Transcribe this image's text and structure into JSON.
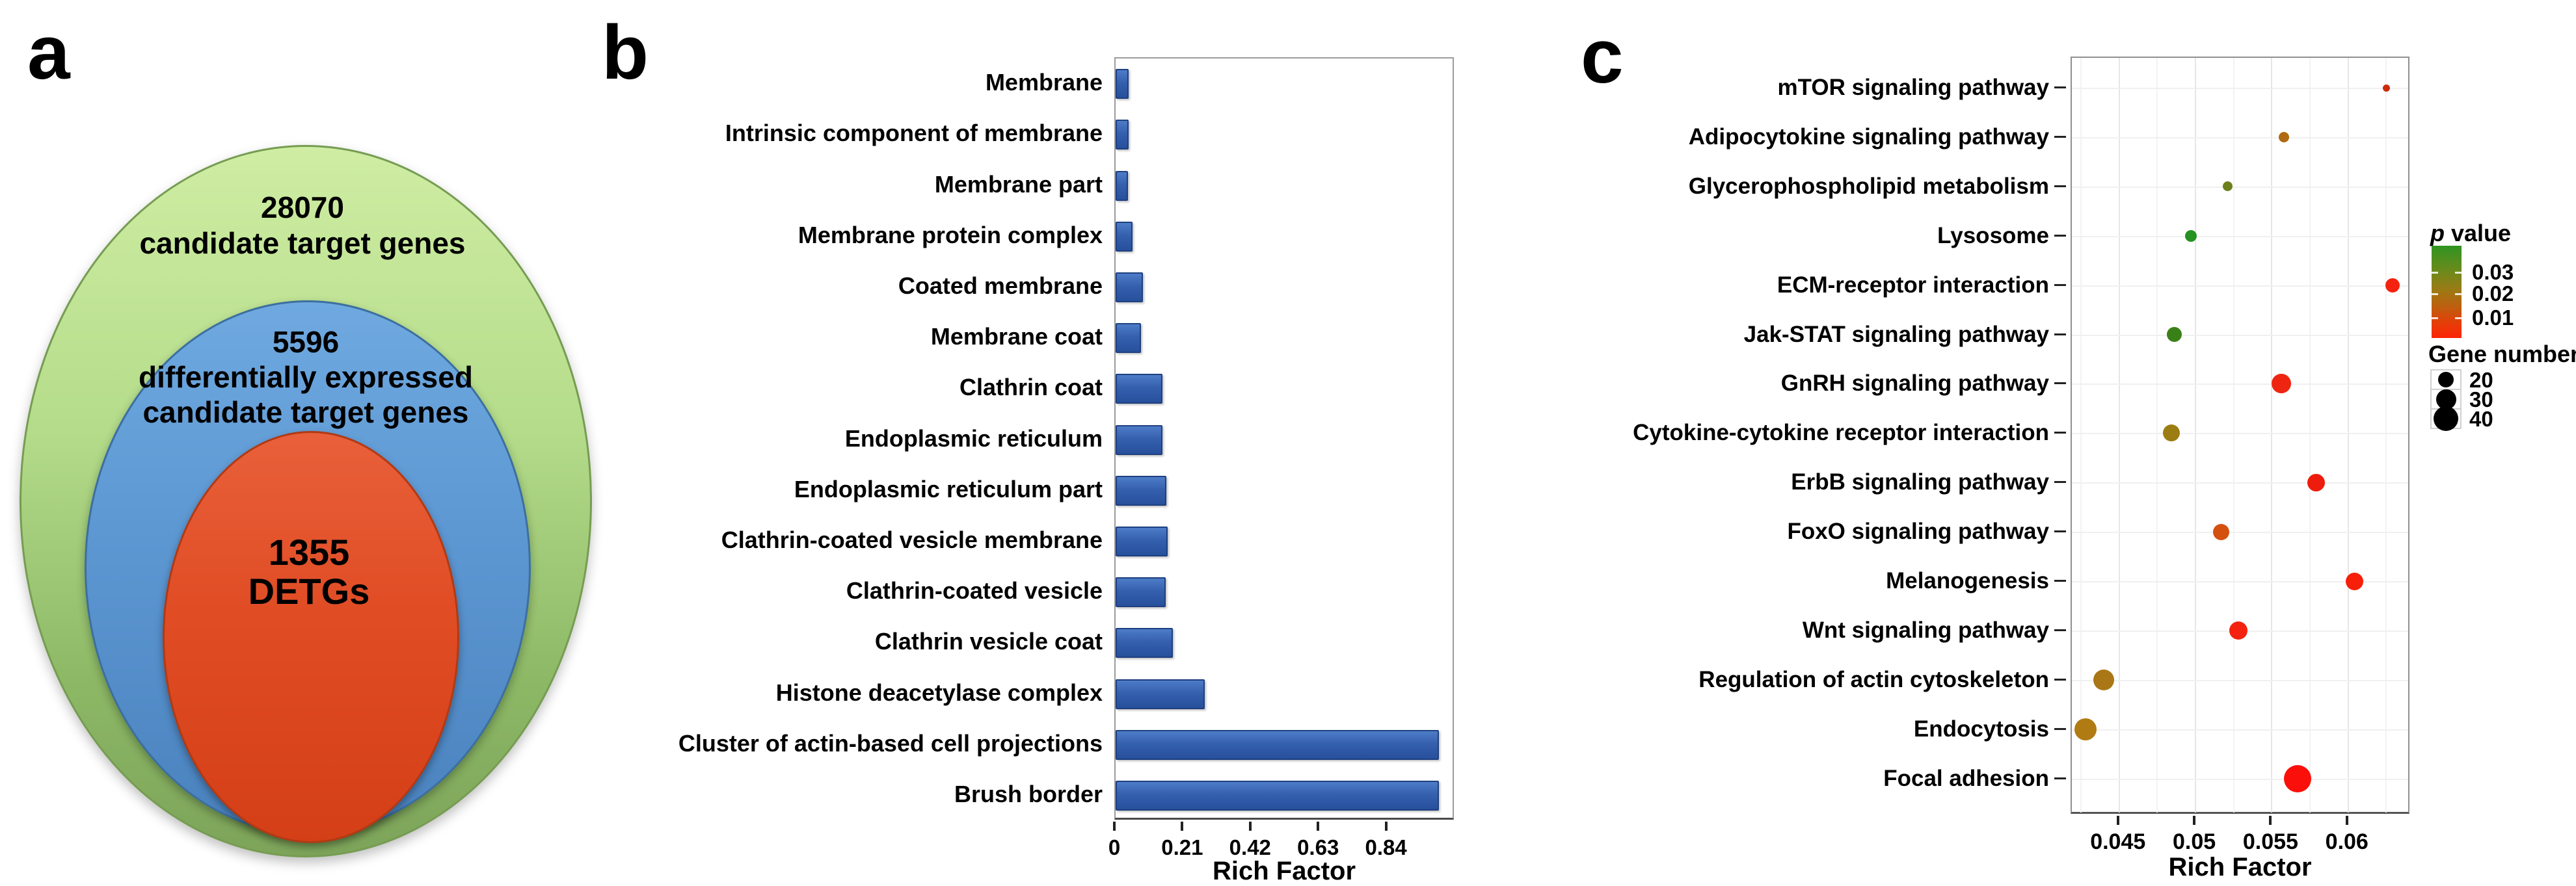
{
  "figure": {
    "panel_a_label": "a",
    "panel_b_label": "b",
    "panel_c_label": "c",
    "background": "#ffffff"
  },
  "venn": {
    "outer": {
      "value": "28070",
      "label": "candidate target genes",
      "fill_top": "#cfeda3",
      "fill_bottom": "#7da45a",
      "border": "#769c52"
    },
    "middle": {
      "value": "5596",
      "label_line1": "differentially expressed",
      "label_line2": "candidate target genes",
      "fill_top": "#6fa9e0",
      "fill_bottom": "#4a82be",
      "border": "#3c6f9f"
    },
    "inner": {
      "value": "1355",
      "label": "DETGs",
      "fill_top": "#e8603a",
      "fill_bottom": "#d43f18",
      "border": "#b03a14"
    }
  },
  "chart_data": [
    {
      "id": "b",
      "type": "bar",
      "orientation": "horizontal",
      "title": "",
      "xlabel": "Rich Factor",
      "ylabel": "",
      "xlim": [
        0,
        1.05
      ],
      "xticks": [
        0,
        0.21,
        0.42,
        0.63,
        0.84
      ],
      "xtick_labels": [
        "0",
        "0.21",
        "0.42",
        "0.63",
        "0.84"
      ],
      "grid": false,
      "bar_color": "#3560ae",
      "bar_border": "#1e4080",
      "categories": [
        "Membrane",
        "Intrinsic component of membrane",
        "Membrane part",
        "Membrane protein complex",
        "Coated membrane",
        "Membrane coat",
        "Clathrin coat",
        "Endoplasmic reticulum",
        "Endoplasmic reticulum part",
        "Clathrin-coated vesicle membrane",
        "Clathrin-coated vesicle",
        "Clathrin vesicle coat",
        "Histone deacetylase complex",
        "Cluster of actin-based cell projections",
        "Brush border"
      ],
      "values": [
        0.041,
        0.041,
        0.039,
        0.053,
        0.084,
        0.079,
        0.145,
        0.145,
        0.156,
        0.161,
        0.154,
        0.178,
        0.276,
        1.0,
        1.0
      ]
    },
    {
      "id": "c",
      "type": "scatter",
      "title": "",
      "xlabel": "Rich Factor",
      "ylabel": "",
      "xlim": [
        0.0419,
        0.0641
      ],
      "xticks": [
        0.045,
        0.05,
        0.055,
        0.06
      ],
      "xtick_labels": [
        "0.045",
        "0.05",
        "0.055",
        "0.06"
      ],
      "grid_minor": [
        0.0425,
        0.0475,
        0.0525,
        0.0575,
        0.0625
      ],
      "grid": true,
      "legend_position": "right",
      "rows": [
        {
          "pathway": "mTOR signaling pathway",
          "rich_factor": 0.0625,
          "gene_number": 10,
          "p_value": 0.009,
          "color": "#cc2b0b",
          "d": 11
        },
        {
          "pathway": "Adipocytokine signaling pathway",
          "rich_factor": 0.0558,
          "gene_number": 14,
          "p_value": 0.016,
          "color": "#b06a10",
          "d": 16
        },
        {
          "pathway": "Glycerophospholipid metabolism",
          "rich_factor": 0.0521,
          "gene_number": 13,
          "p_value": 0.026,
          "color": "#6b7f1c",
          "d": 15
        },
        {
          "pathway": "Lysosome",
          "rich_factor": 0.0497,
          "gene_number": 16,
          "p_value": 0.031,
          "color": "#259122",
          "d": 18
        },
        {
          "pathway": "ECM-receptor interaction",
          "rich_factor": 0.0629,
          "gene_number": 20,
          "p_value": 0.004,
          "color": "#f42310",
          "d": 22
        },
        {
          "pathway": "Jak-STAT signaling pathway",
          "rich_factor": 0.0486,
          "gene_number": 21,
          "p_value": 0.03,
          "color": "#3a8019",
          "d": 23
        },
        {
          "pathway": "GnRH signaling pathway",
          "rich_factor": 0.0556,
          "gene_number": 28,
          "p_value": 0.006,
          "color": "#ee2510",
          "d": 30
        },
        {
          "pathway": "Cytokine-cytokine receptor interaction",
          "rich_factor": 0.0484,
          "gene_number": 24,
          "p_value": 0.021,
          "color": "#9c7d12",
          "d": 26
        },
        {
          "pathway": "ErbB signaling pathway",
          "rich_factor": 0.0579,
          "gene_number": 25,
          "p_value": 0.005,
          "color": "#ee1c0c",
          "d": 27
        },
        {
          "pathway": "FoxO signaling pathway",
          "rich_factor": 0.0517,
          "gene_number": 23,
          "p_value": 0.013,
          "color": "#d4500e",
          "d": 25
        },
        {
          "pathway": "Melanogenesis",
          "rich_factor": 0.0604,
          "gene_number": 26,
          "p_value": 0.004,
          "color": "#f71f0a",
          "d": 27
        },
        {
          "pathway": "Wnt signaling pathway",
          "rich_factor": 0.0528,
          "gene_number": 28,
          "p_value": 0.005,
          "color": "#f42310",
          "d": 28
        },
        {
          "pathway": "Regulation of actin cytoskeleton",
          "rich_factor": 0.044,
          "gene_number": 31,
          "p_value": 0.018,
          "color": "#a97716",
          "d": 32
        },
        {
          "pathway": "Endocytosis",
          "rich_factor": 0.0428,
          "gene_number": 33,
          "p_value": 0.017,
          "color": "#b07b12",
          "d": 34
        },
        {
          "pathway": "Focal adhesion",
          "rich_factor": 0.0567,
          "gene_number": 44,
          "p_value": 0.001,
          "color": "#fb0f0a",
          "d": 42
        }
      ],
      "color_legend": {
        "title_italic": "p",
        "title_rest": "value",
        "ticks": [
          "0.03",
          "0.02",
          "0.01"
        ],
        "gradient": [
          "#2f9421",
          "#6d8a1c",
          "#9c7a14",
          "#c25c0e",
          "#e83b08",
          "#fb2606"
        ]
      },
      "size_legend": {
        "title": "Gene number",
        "entries": [
          {
            "label": "20",
            "d": 24
          },
          {
            "label": "30",
            "d": 31
          },
          {
            "label": "40",
            "d": 38
          }
        ]
      }
    }
  ]
}
